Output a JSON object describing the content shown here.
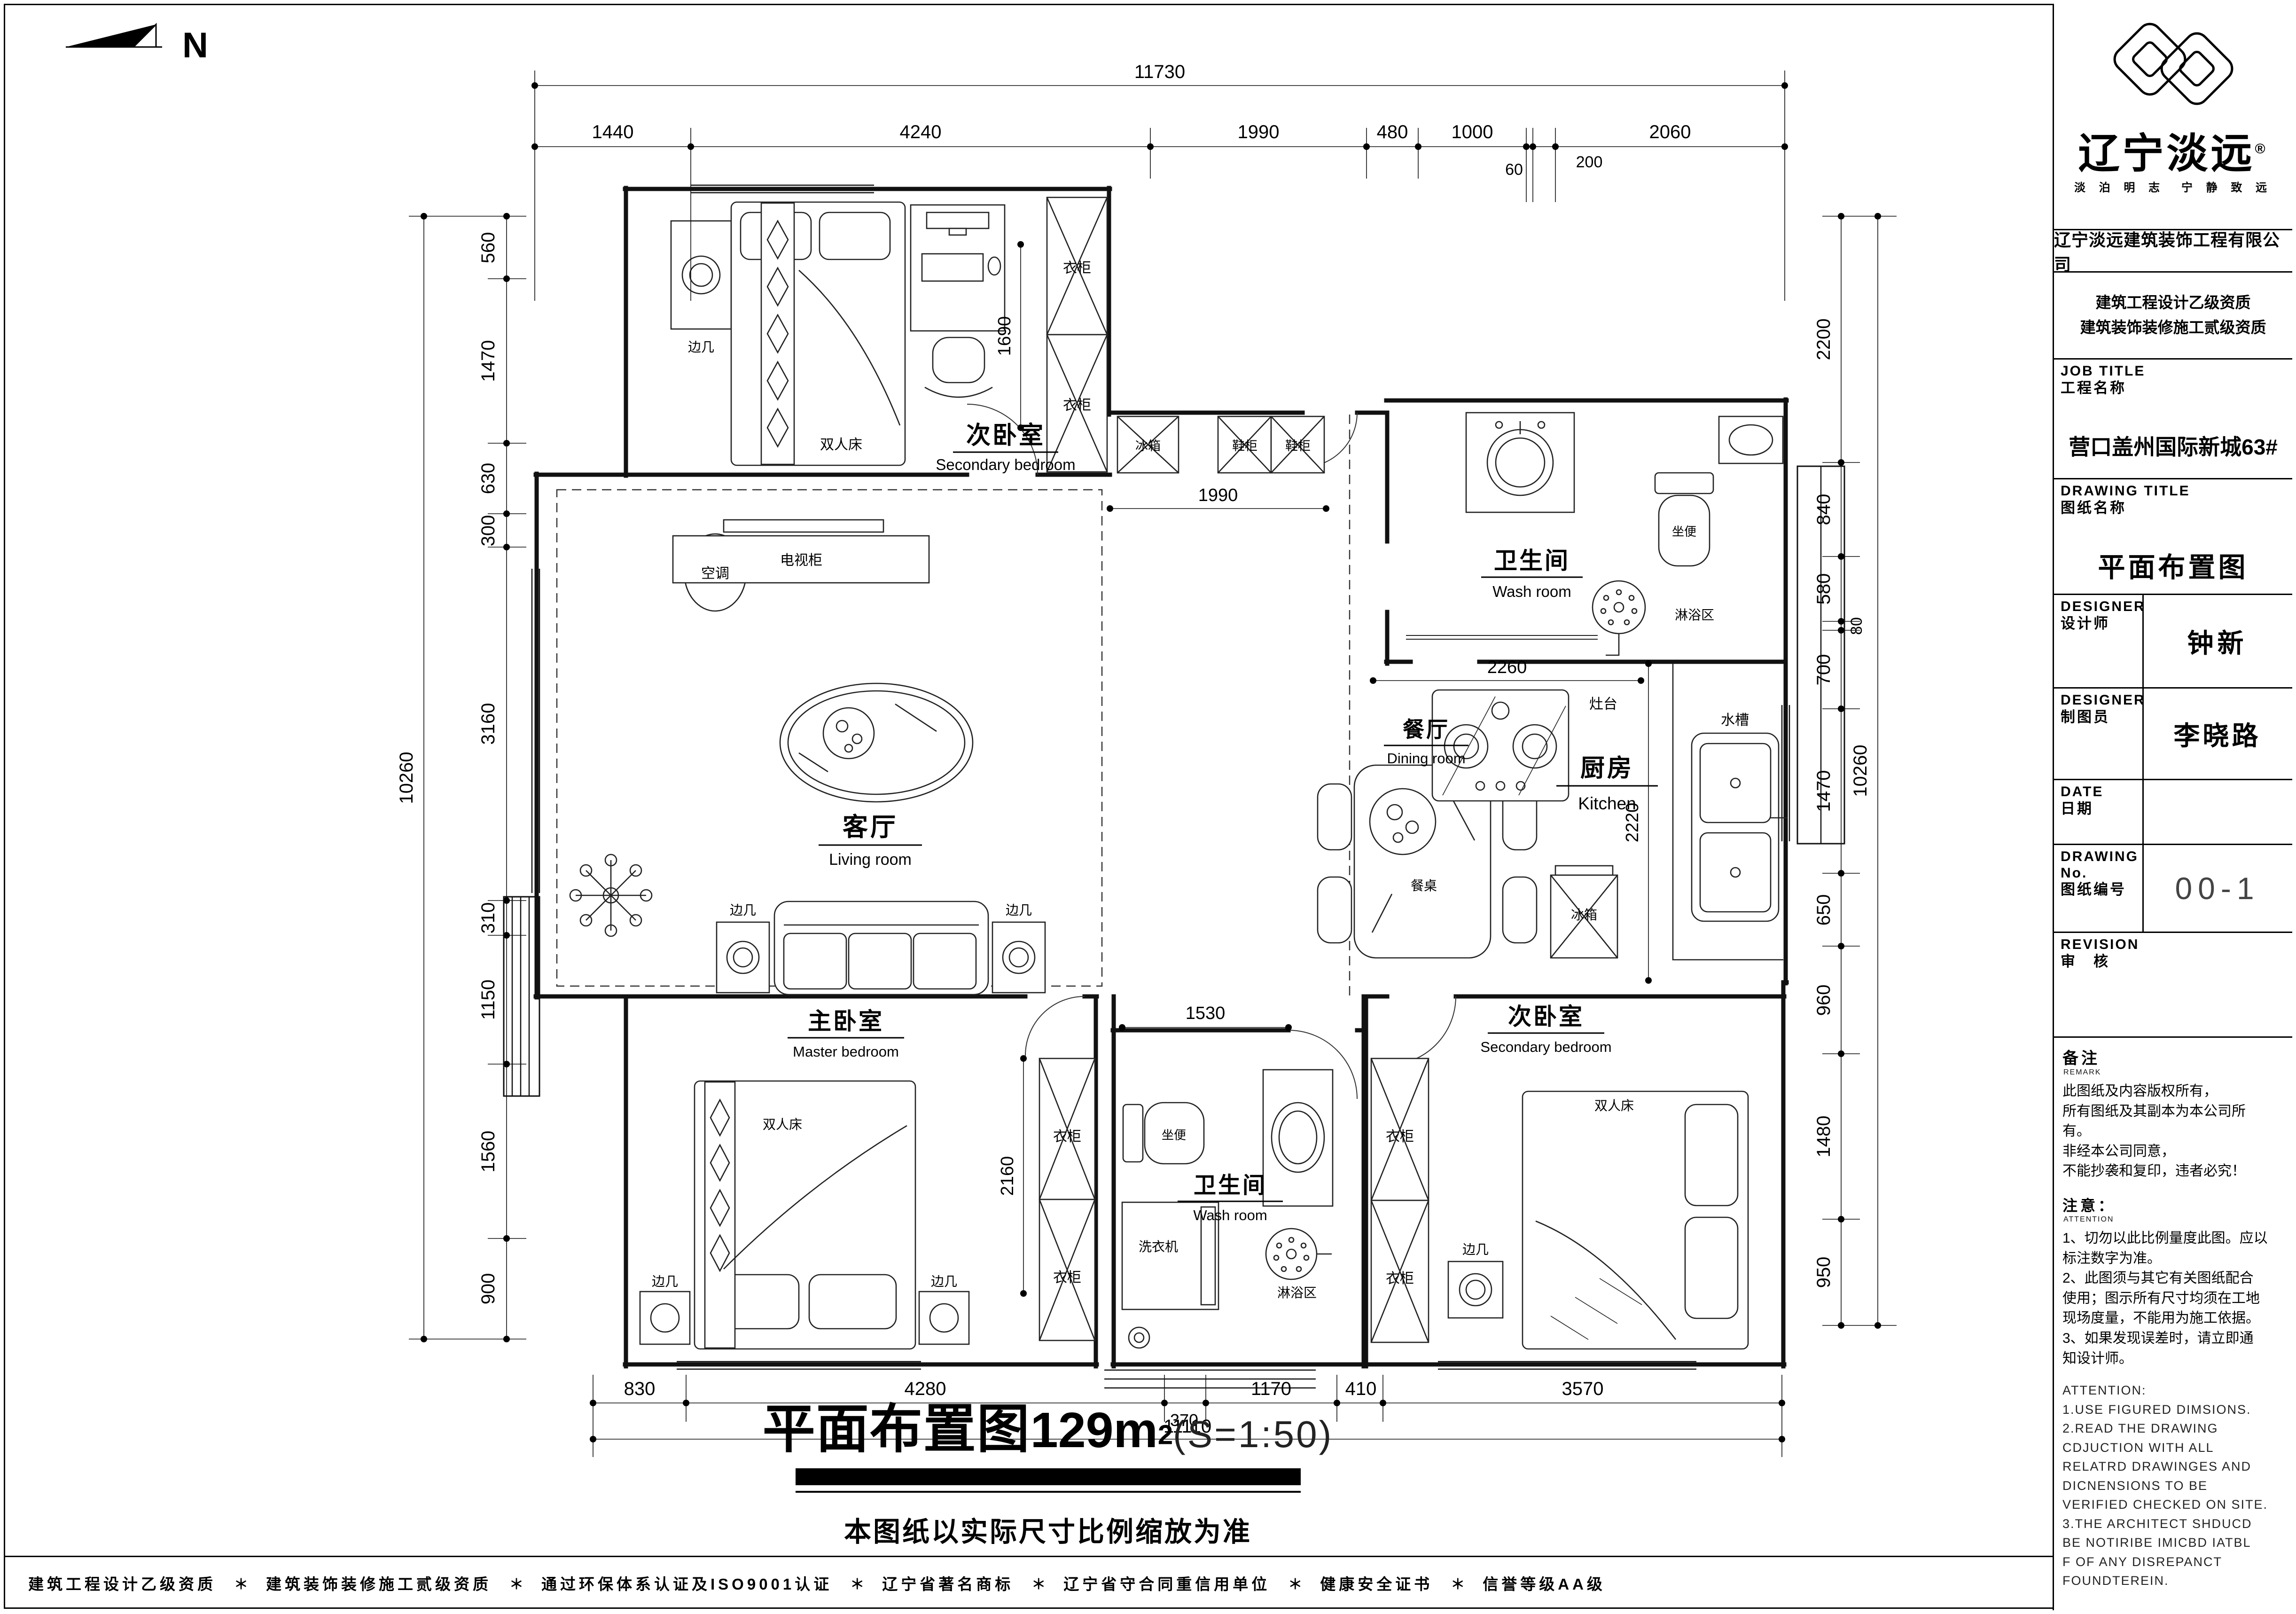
{
  "titleblock": {
    "brand": {
      "cn": "辽宁淡远",
      "reg": "®",
      "tagline": "淡 泊 明 志　宁 静 致 远"
    },
    "company": "辽宁淡远建筑装饰工程有限公司",
    "qualifications": [
      "建筑工程设计乙级资质",
      "建筑装饰装修施工贰级资质"
    ],
    "rows": [
      {
        "label_en": "JOB TITLE",
        "label_cn": "工程名称",
        "value": "营口盖州国际新城63#"
      },
      {
        "label_en": "DRAWING TITLE",
        "label_cn": "图纸名称",
        "value": "平面布置图"
      },
      {
        "label_en": "DESIGNER",
        "label_cn": "设计师",
        "value": "钟新"
      },
      {
        "label_en": "DESIGNER",
        "label_cn": "制图员",
        "value": "李晓路"
      },
      {
        "label_en": "DATE",
        "label_cn": "日期",
        "value": ""
      },
      {
        "label_en": "DRAWING No.",
        "label_cn": "图纸编号",
        "value": "00-1"
      },
      {
        "label_en": "REVISION",
        "label_cn": "审　核",
        "value": ""
      }
    ],
    "remark": {
      "title": "备注",
      "subtitle": "REMARK",
      "lines": [
        "此图纸及内容版权所有，",
        "所有图纸及其副本为本公司所",
        "有。",
        "非经本公司同意，",
        "不能抄袭和复印，违者必究！"
      ]
    },
    "notice": {
      "title": "注意：",
      "subtitle": "ATTENTION",
      "lines": [
        "1、切勿以此比例量度此图。应以",
        "标注数字为准。",
        "2、此图须与其它有关图纸配合",
        "使用；图示所有尺寸均须在工地",
        "现场度量，不能用为施工依据。",
        "3、如果发现误差时，请立即通",
        "知设计师。"
      ]
    },
    "attention_en": [
      "ATTENTION:",
      "1.USE FIGURED DIMSIONS.",
      "2.READ THE DRAWING",
      "CDJUCTION WITH ALL",
      "RELATRD DRAWINGES AND",
      "DICNENSIONS TO BE",
      "VERIFIED CHECKED ON SITE.",
      "3.THE ARCHITECT SHDUCD",
      "BE NOTIRIBE IMICBD IATBL",
      "F OF ANY DISREPANCT",
      "FOUNDTEREIN."
    ]
  },
  "plan": {
    "north_label": "N",
    "rooms": [
      {
        "cn": "次卧室",
        "en": "Secondary bedroom"
      },
      {
        "cn": "卫生间",
        "en": "Wash room"
      },
      {
        "cn": "餐厅",
        "en": "Dining room"
      },
      {
        "cn": "厨房",
        "en": "Kitchen"
      },
      {
        "cn": "客厅",
        "en": "Living room"
      },
      {
        "cn": "主卧室",
        "en": "Master bedroom"
      },
      {
        "cn": "卫生间",
        "en": "Wash room"
      },
      {
        "cn": "次卧室",
        "en": "Secondary bedroom"
      }
    ],
    "furniture": {
      "side_table": "边几",
      "double_bed": "双人床",
      "wardrobe": "衣柜",
      "tv_cabinet": "电视柜",
      "air_conditioner": "空调",
      "dining_table": "餐桌",
      "sink": "水槽",
      "stove": "灶台",
      "fridge": "冰箱",
      "shoe_cabinet": "鞋柜",
      "toilet": "坐便",
      "shower_area": "淋浴区",
      "washing_machine": "洗衣机"
    },
    "dims": {
      "top_overall": "11730",
      "top": [
        "1440",
        "4240",
        "1990",
        "480",
        "1000",
        "2060"
      ],
      "top_sub": [
        "60",
        "200"
      ],
      "left_overall": "10260",
      "left": [
        "560",
        "1470",
        "630",
        "300",
        "3160",
        "310",
        "1150",
        "1560",
        "900"
      ],
      "right_overall": "10260",
      "right": [
        "2200",
        "840",
        "580",
        "80",
        "700",
        "1470",
        "650",
        "960",
        "1480",
        "950"
      ],
      "bottom_overall": "11110",
      "bottom": [
        "830",
        "4280",
        "370",
        "1170",
        "410",
        "3570"
      ],
      "interior": {
        "bed_top": "1690",
        "hall": "1990",
        "kitchen_w": "2260",
        "kitchen_h": "2220",
        "washroom": "1530",
        "master_wardrobe": "2160"
      }
    }
  },
  "caption": {
    "title": "平面布置图",
    "area": "129m",
    "area_sup": "2",
    "scale": "(S=1:50)",
    "note": "本图纸以实际尺寸比例缩放为准"
  },
  "footer": {
    "separator": "＊",
    "items": [
      "建筑工程设计乙级资质",
      "建筑装饰装修施工贰级资质",
      "通过环保体系认证及ISO9001认证",
      "辽宁省著名商标",
      "辽宁省守合同重信用单位",
      "健康安全证书",
      "信誉等级AA级"
    ]
  }
}
